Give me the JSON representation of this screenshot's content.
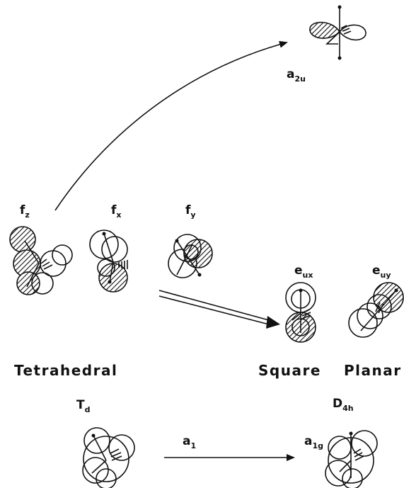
{
  "labels": {
    "a2u": {
      "main": "a",
      "sub": "2u"
    },
    "fz": {
      "main": "f",
      "sub": "z"
    },
    "fx": {
      "main": "f",
      "sub": "x"
    },
    "fy": {
      "main": "f",
      "sub": "y"
    },
    "eux": {
      "main": "e",
      "sub": "ux"
    },
    "euy": {
      "main": "e",
      "sub": "uy"
    },
    "tetrahedral": "Tetrahedral",
    "square": "Square",
    "planar": "Planar",
    "td": {
      "main": "T",
      "sub": "d"
    },
    "d4h": {
      "main": "D",
      "sub": "4h"
    },
    "a1": {
      "main": "a",
      "sub": "1"
    },
    "a1g": {
      "main": "a",
      "sub": "1g"
    }
  },
  "colors": {
    "ink": "#111111",
    "paper": "#ffffff"
  }
}
